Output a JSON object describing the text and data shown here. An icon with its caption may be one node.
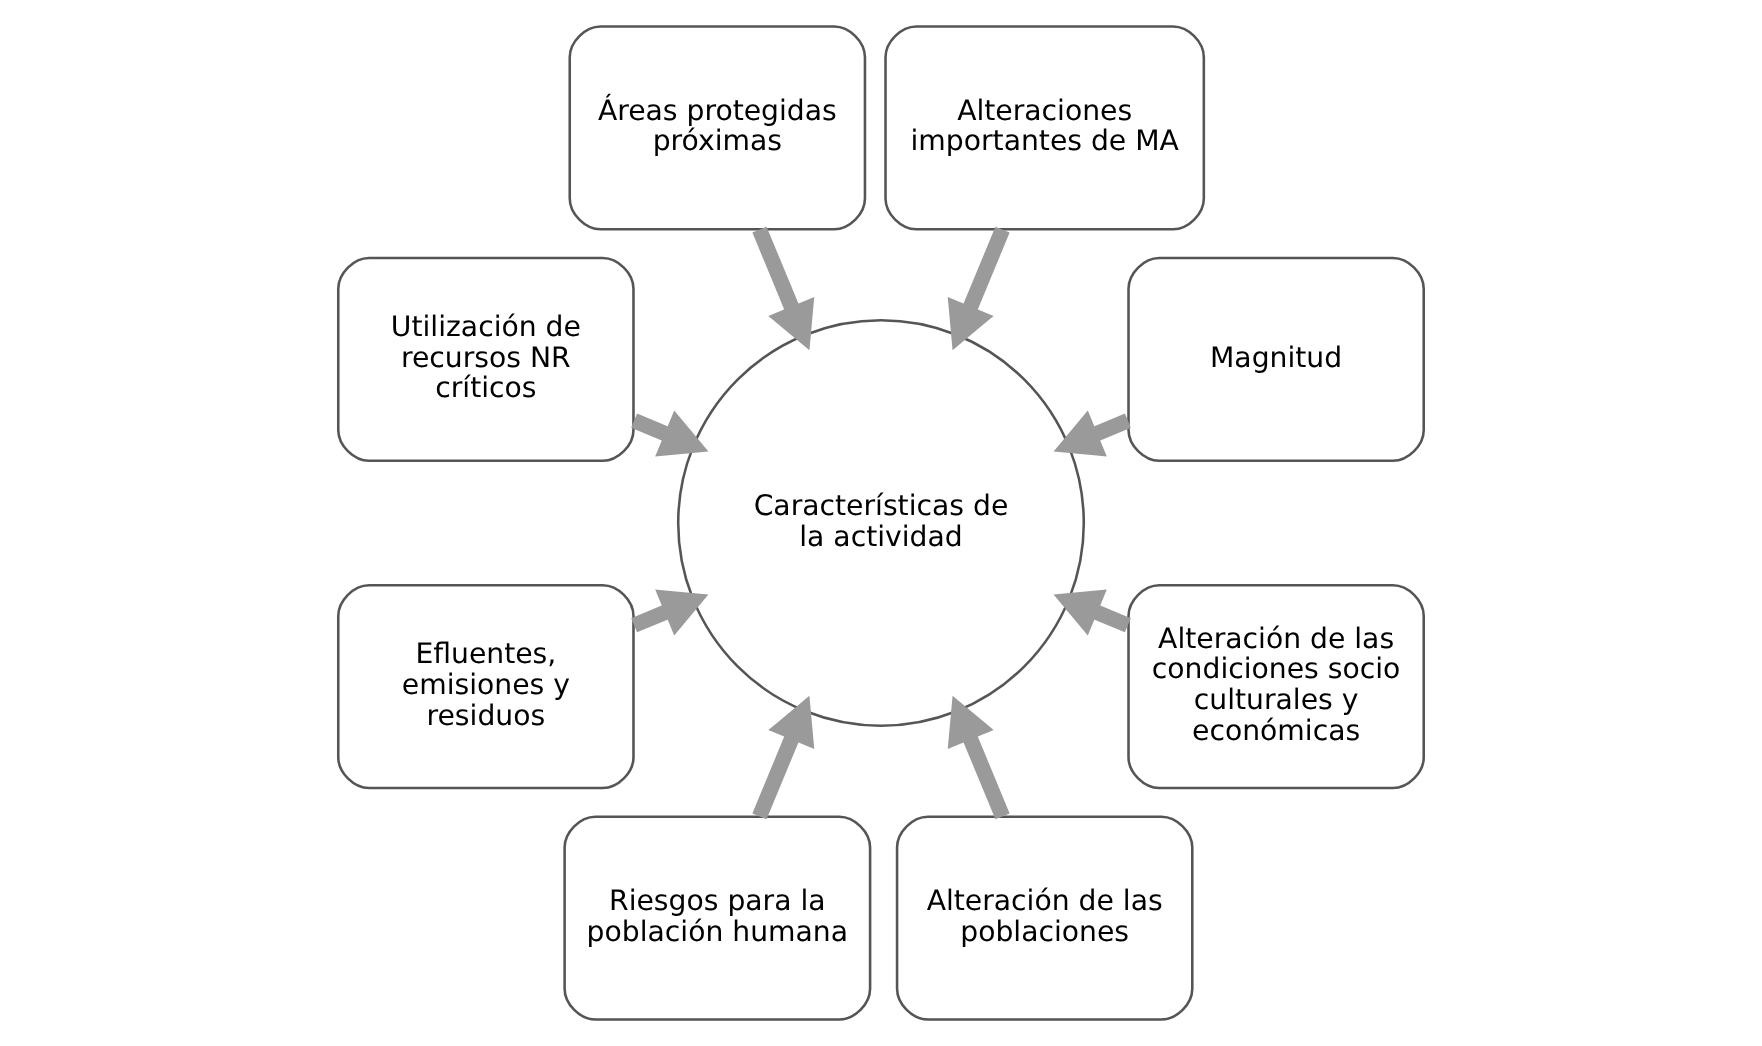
{
  "diagram": {
    "nodes": [
      {
        "text": [
          "Magnitud"
        ]
      },
      {
        "text": [
          "Alteraciones importantes de MA"
        ]
      },
      {
        "text": [
          "Áreas protegidas próximas"
        ]
      },
      {
        "text": [
          "Utilización de recursos NR críticos"
        ]
      },
      {
        "text": [
          "Efluentes, emisiones y residuos"
        ]
      },
      {
        "text": [
          "Riesgos para la población humana"
        ]
      },
      {
        "text": [
          "Alteración de las poblaciones"
        ]
      },
      {
        "text": [
          "Alteración de las condiciones socio culturales y económicas"
        ]
      },
      {
        "text": [
          "Características de la actividad"
        ]
      }
    ],
    "edges": [
      {
        "from": 0,
        "to": 8,
        "arrow": "to"
      },
      {
        "from": 1,
        "to": 8,
        "arrow": "to"
      },
      {
        "from": 2,
        "to": 8,
        "arrow": "to"
      },
      {
        "from": 3,
        "to": 8,
        "arrow": "to"
      },
      {
        "from": 4,
        "to": 8,
        "arrow": "to"
      },
      {
        "from": 5,
        "to": 8,
        "arrow": "to"
      },
      {
        "from": 6,
        "to": 8,
        "arrow": "to"
      },
      {
        "from": 7,
        "to": 8,
        "arrow": "to"
      }
    ]
  }
}
